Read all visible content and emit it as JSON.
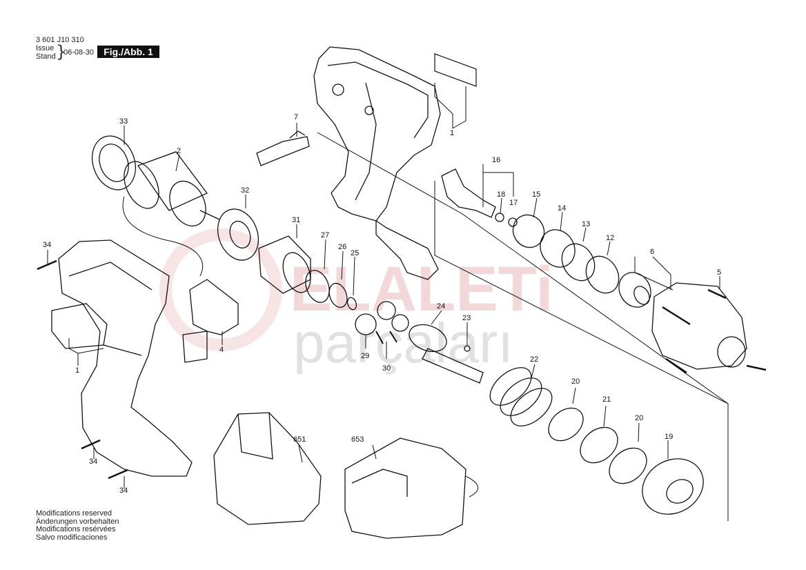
{
  "header": {
    "doc_number": "3 601 J10 310",
    "issue_label": "Issue",
    "stand_label": "Stand",
    "issue_date": "06-08-30",
    "fig_label": "Fig./Abb. 1"
  },
  "footer": {
    "lines": [
      "Modifications reserved",
      "Änderungen vorbehalten",
      "Modifications resérvées",
      "Salvo modificaciones"
    ]
  },
  "watermark": {
    "word1": "ELALETi",
    "word2": "parçaları",
    "color_primary": "#e8b9b9",
    "color_secondary": "#c9c9c9"
  },
  "part_labels": {
    "p1_top": "1",
    "p1_left": "1",
    "p2": "2",
    "p4": "4",
    "p5": "5",
    "p6": "6",
    "p7": "7",
    "p12": "12",
    "p13": "13",
    "p14": "14",
    "p15": "15",
    "p16": "16",
    "p17": "17",
    "p18": "18",
    "p19": "19",
    "p20a": "20",
    "p20b": "20",
    "p21": "21",
    "p22": "22",
    "p23": "23",
    "p24": "24",
    "p25": "25",
    "p26": "26",
    "p27": "27",
    "p29": "29",
    "p30": "30",
    "p31": "31",
    "p32": "32",
    "p33": "33",
    "p34a": "34",
    "p34b": "34",
    "p34c": "34",
    "p651": "651",
    "p653": "653"
  }
}
